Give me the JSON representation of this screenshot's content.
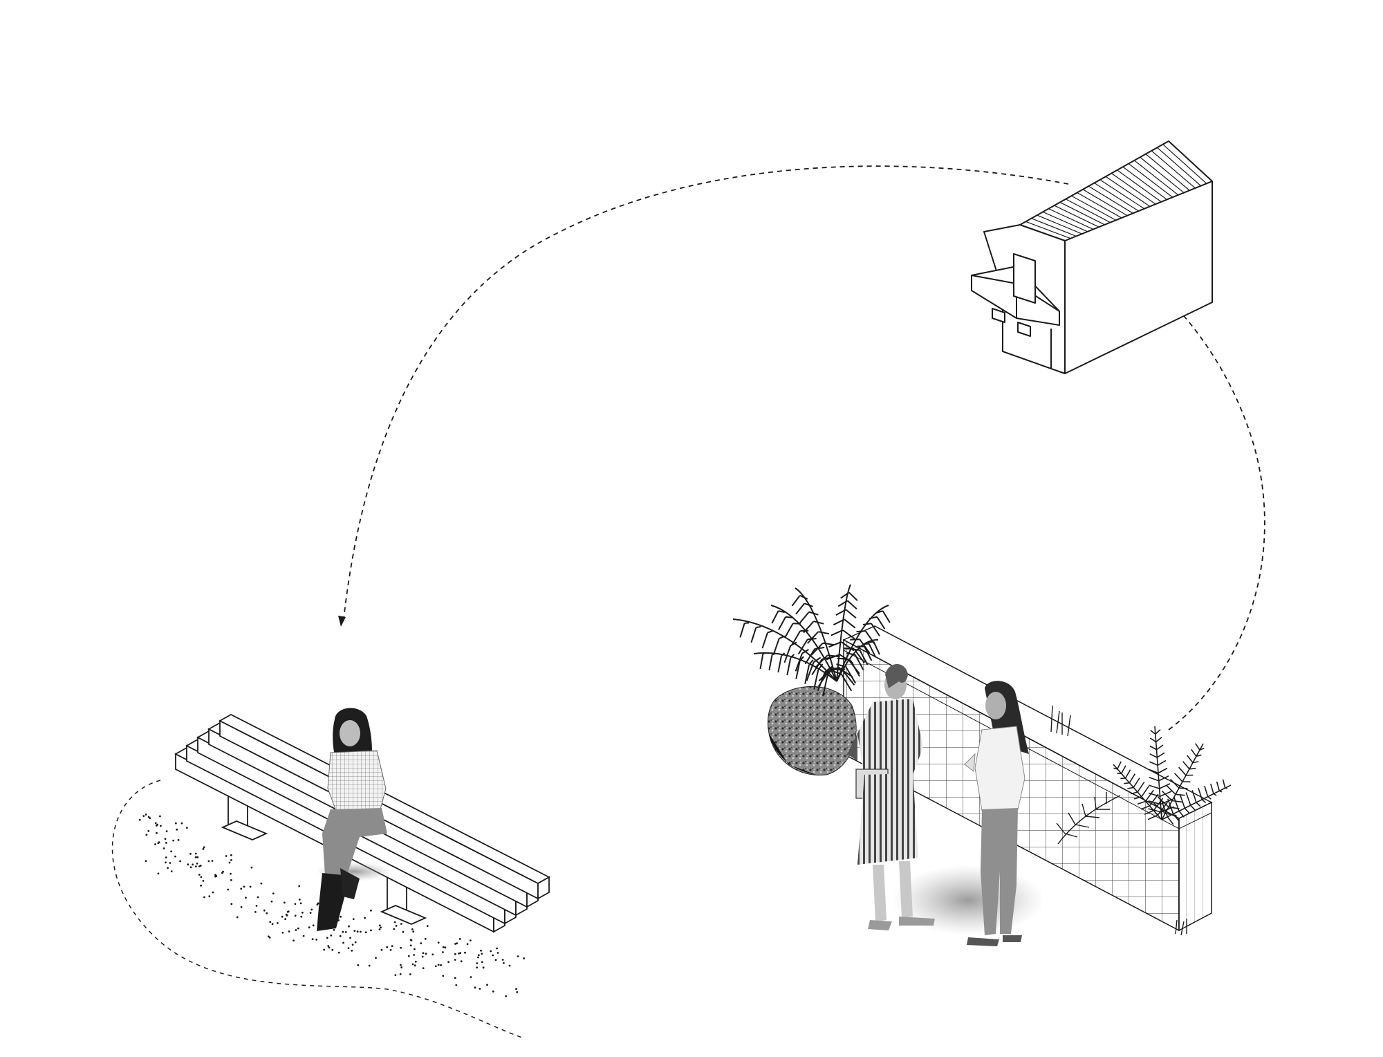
{
  "diagram": {
    "background": "#ffffff",
    "ink": "#1a1a1a",
    "nodes": [
      {
        "id": "house",
        "kind": "gabled-house"
      },
      {
        "id": "bench",
        "kind": "slatted-bench-with-seated-person"
      },
      {
        "id": "planter-wall",
        "kind": "grid-block-wall-with-plants-and-two-people"
      }
    ],
    "edges": [
      {
        "from": "house",
        "to": "bench",
        "style": "dashed",
        "arrow": "end"
      },
      {
        "from": "planter-wall",
        "to": "house",
        "style": "dashed",
        "arrow": "end"
      }
    ]
  }
}
